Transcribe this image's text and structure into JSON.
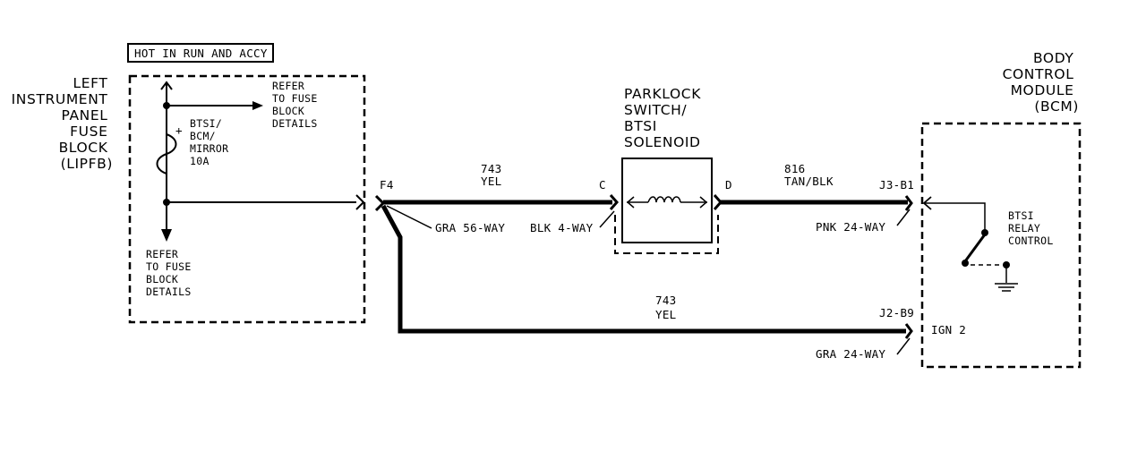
{
  "banner": "HOT IN RUN AND ACCY",
  "fuse_block": {
    "name_lines": [
      "LEFT",
      "INSTRUMENT",
      "PANEL",
      "FUSE",
      "BLOCK",
      "(LIPFB)"
    ],
    "fuse_label_lines": [
      "BTSI/",
      "BCM/",
      "MIRROR",
      "10A"
    ],
    "refer_top_lines": [
      "REFER",
      "TO FUSE",
      "BLOCK",
      "DETAILS"
    ],
    "refer_bottom_lines": [
      "REFER",
      "TO FUSE",
      "BLOCK",
      "DETAILS"
    ],
    "terminal": "F4",
    "connector": "GRA 56-WAY"
  },
  "wire_top_left": {
    "circuit": "743",
    "color": "YEL"
  },
  "switch": {
    "name_lines": [
      "PARKLOCK",
      "SWITCH/",
      "BTSI",
      "SOLENOID"
    ],
    "terminal_in": "C",
    "terminal_out": "D",
    "connector": "BLK 4-WAY"
  },
  "wire_top_right": {
    "circuit": "816",
    "color": "TAN/BLK"
  },
  "wire_bottom": {
    "circuit": "743",
    "color": "YEL"
  },
  "bcm": {
    "name_lines": [
      "BODY",
      "CONTROL",
      "MODULE",
      "(BCM)"
    ],
    "terminal_top": "J3-B1",
    "connector_top": "PNK 24-WAY",
    "relay_lines": [
      "BTSI",
      "RELAY",
      "CONTROL"
    ],
    "terminal_bottom": "J2-B9",
    "ign_label": "IGN 2",
    "connector_bottom": "GRA 24-WAY"
  }
}
